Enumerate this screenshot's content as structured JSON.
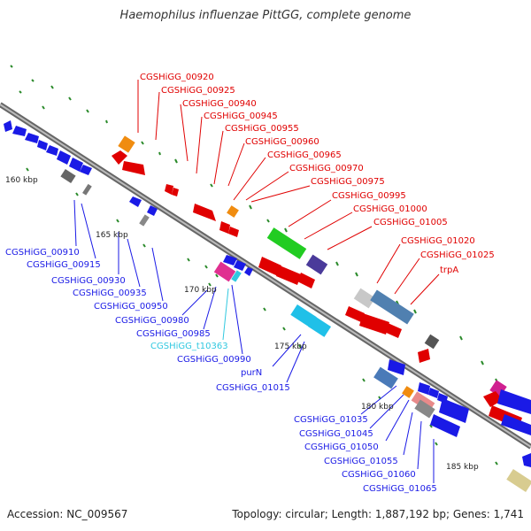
{
  "title": "Haemophilus influenzae PittGG, complete genome",
  "footer": {
    "accession": "Accession: NC_009567",
    "info": "Topology: circular; Length: 1,887,192 bp; Genes: 1,741"
  },
  "scale_labels": [
    "160 kbp",
    "165 kbp",
    "170 kbp",
    "175 kbp",
    "180 kbp",
    "185 kbp"
  ],
  "top_labels": [
    "CGSHiGG_00920",
    "CGSHiGG_00925",
    "CGSHiGG_00940",
    "CGSHiGG_00945",
    "CGSHiGG_00955",
    "CGSHiGG_00960",
    "CGSHiGG_00965",
    "CGSHiGG_00970",
    "CGSHiGG_00975",
    "CGSHiGG_00995",
    "CGSHiGG_01000",
    "CGSHiGG_01005",
    "CGSHiGG_01020",
    "CGSHiGG_01025",
    "trpA"
  ],
  "bottom_labels": [
    "CGSHiGG_00910",
    "CGSHiGG_00915",
    "CGSHiGG_00930",
    "CGSHiGG_00935",
    "CGSHiGG_00950",
    "CGSHiGG_00980",
    "CGSHiGG_00985",
    "CGSHiGG_t10363",
    "CGSHiGG_00990",
    "purN",
    "CGSHiGG_01015",
    "CGSHiGG_01035",
    "CGSHiGG_01045",
    "CGSHiGG_01050",
    "CGSHiGG_01055",
    "CGSHiGG_01060",
    "CGSHiGG_01065"
  ],
  "colors": {
    "forward_gene": "#ee0000",
    "reverse_gene": "#0000dd",
    "trna_label": "#33cccc",
    "backbone": "#888888",
    "tick": "#2a8a2a"
  }
}
